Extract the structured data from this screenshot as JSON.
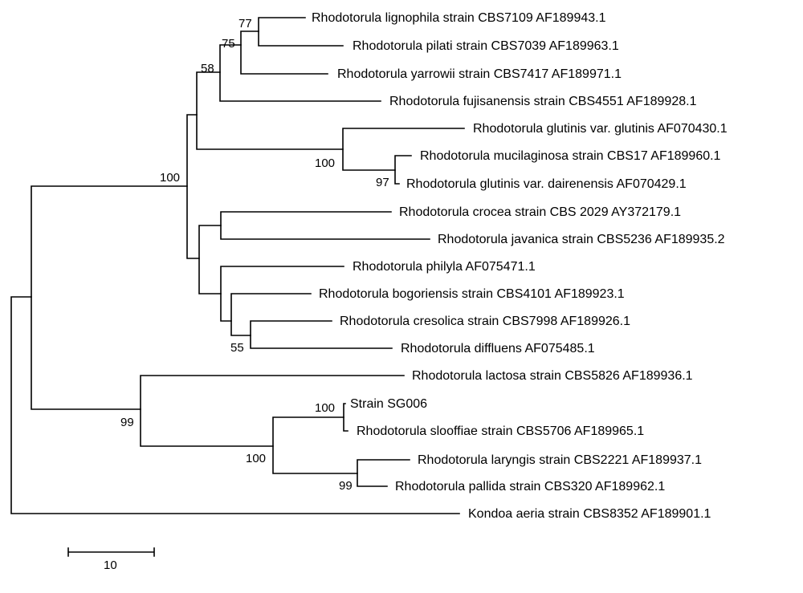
{
  "tree": {
    "taxa": [
      "Rhodotorula lignophila strain CBS7109 AF189943.1",
      "Rhodotorula pilati strain CBS7039  AF189963.1",
      "Rhodotorula yarrowii strain CBS7417 AF189971.1",
      "Rhodotorula fujisanensis strain CBS4551 AF189928.1",
      "Rhodotorula glutinis var. glutinis AF070430.1",
      "Rhodotorula mucilaginosa strain CBS17 AF189960.1",
      "Rhodotorula glutinis var. dairenensis AF070429.1",
      "Rhodotorula crocea strain CBS 2029 AY372179.1",
      "Rhodotorula javanica strain CBS5236 AF189935.2",
      "Rhodotorula philyla AF075471.1",
      "Rhodotorula bogoriensis strain CBS4101 AF189923.1",
      "Rhodotorula cresolica strain CBS7998 AF189926.1",
      "Rhodotorula diffluens AF075485.1",
      "Rhodotorula lactosa strain CBS5826 AF189936.1",
      "Strain SG006",
      "Rhodotorula slooffiae strain CBS5706  AF189965.1",
      "Rhodotorula laryngis strain CBS2221 AF189937.1",
      "Rhodotorula pallida strain CBS320 AF189962.1",
      "Kondoa aeria strain CBS8352 AF189901.1"
    ],
    "bootstrap_values": [
      "77",
      "75",
      "58",
      "100",
      "97",
      "100",
      "55",
      "100",
      "100",
      "99",
      "99"
    ],
    "scale_bar_label": "10"
  }
}
